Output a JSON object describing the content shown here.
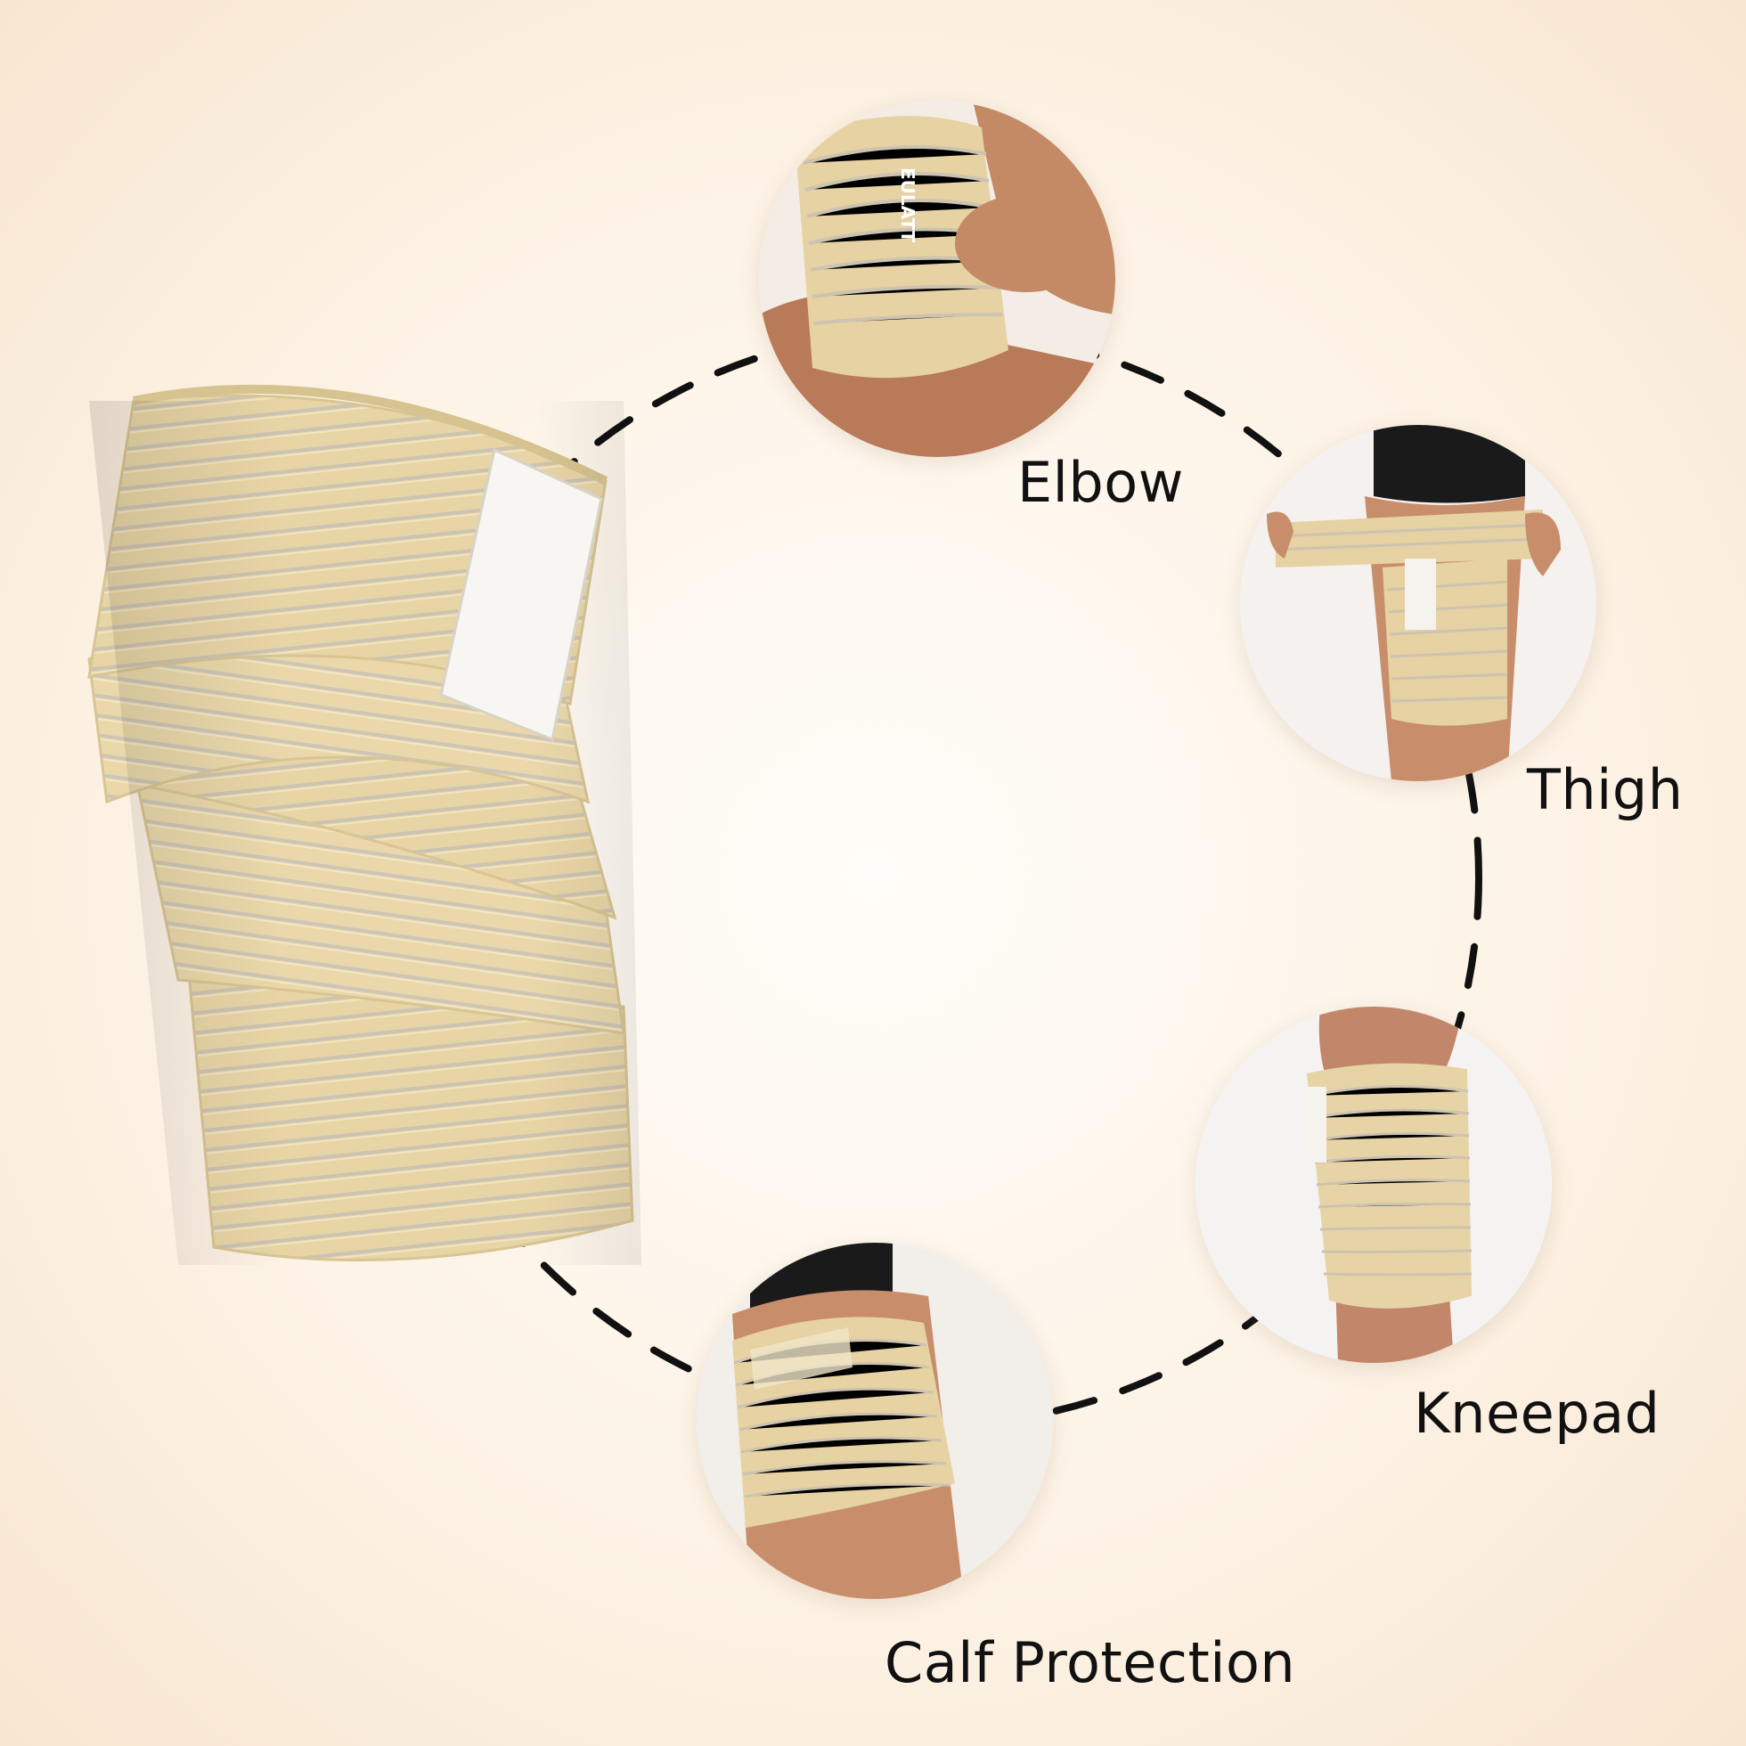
{
  "labels": {
    "elbow": "Elbow",
    "thigh": "Thigh",
    "kneepad": "Kneepad",
    "calf": "Calf Protection"
  },
  "brand_mark": "EULATT",
  "colors": {
    "bandage": "#ead8aa",
    "bandage_stripe": "#c9c2b4",
    "velcro": "#f7f6f2",
    "skin": "#c98f6c",
    "dash": "#111111"
  }
}
